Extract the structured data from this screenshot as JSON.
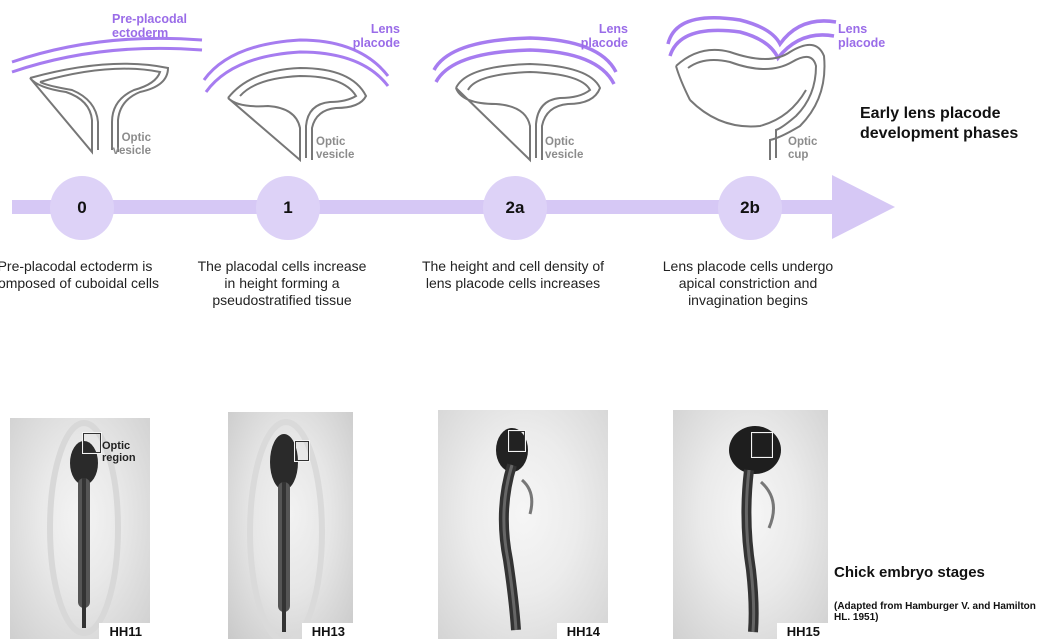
{
  "figure": {
    "side_title": "Early lens placode development phases",
    "embryo_title": "Chick embryo stages",
    "embryo_credit": "(Adapted from Hamburger V. and Hamilton HL. 1951)",
    "arrow_color": "#d6c8f5",
    "accent_color": "#9a6ce8",
    "tissue_outline_color": "#7a7a7a"
  },
  "stages": [
    {
      "id": "0",
      "ectoderm_label": "Pre-placodal ectoderm",
      "tissue_label": "Optic vesicle",
      "description": "Pre-placodal ectoderm is composed of cuboidal cells",
      "embryo_stage": "HH11",
      "photo_callout": "Optic region"
    },
    {
      "id": "1",
      "ectoderm_label": "Lens placode",
      "tissue_label": "Optic vesicle",
      "description": "The placodal cells increase in height forming a pseudostratified tissue",
      "embryo_stage": "HH13"
    },
    {
      "id": "2a",
      "ectoderm_label": "Lens placode",
      "tissue_label": "Optic vesicle",
      "description": "The height and cell density of lens placode cells increases",
      "embryo_stage": "HH14"
    },
    {
      "id": "2b",
      "ectoderm_label": "Lens placode",
      "tissue_label": "Optic cup",
      "description": "Lens placode cells undergo apical constriction and invagination begins",
      "embryo_stage": "HH15"
    }
  ]
}
